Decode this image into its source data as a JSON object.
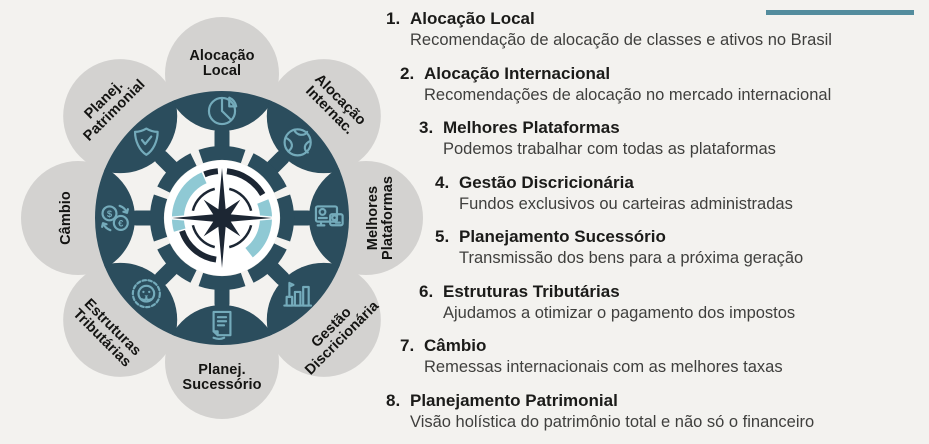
{
  "diagram": {
    "colors": {
      "background": "#f3f2ef",
      "petal_gray": "#d3d2d0",
      "dark_teal": "#2b4d5d",
      "icon_teal": "#74abbb",
      "arc_teal": "#8fc9d4",
      "navy": "#1c2633",
      "accent_bar": "#538c9d",
      "title_text": "#1b1b19",
      "desc_text": "#3f3f3d"
    },
    "center_icon": "compass-star-icon",
    "petals": [
      {
        "id": "alocacao-local",
        "lines": [
          "Alocação",
          "Local"
        ],
        "icon": "pie-chart-icon",
        "angle": 90,
        "label_rotation": 0,
        "label_dist": 156
      },
      {
        "id": "alocacao-internacional",
        "lines": [
          "Alocação",
          "Internac."
        ],
        "icon": "globe-icon",
        "angle": 45,
        "label_rotation": 45,
        "label_dist": 161
      },
      {
        "id": "melhores-plataformas",
        "lines": [
          "Melhores",
          "Plataformas"
        ],
        "icon": "platforms-icon",
        "angle": 0,
        "label_rotation": -90,
        "label_dist": 157
      },
      {
        "id": "gestao-discricionaria",
        "lines": [
          "Gestão",
          "Discricionária"
        ],
        "icon": "bar-chart-icon",
        "angle": -45,
        "label_rotation": -45,
        "label_dist": 161
      },
      {
        "id": "planej-sucessorio",
        "lines": [
          "Planej.",
          "Sucessório"
        ],
        "icon": "document-icon",
        "angle": -90,
        "label_rotation": 0,
        "label_dist": 158
      },
      {
        "id": "estruturas-tributarias",
        "lines": [
          "Estruturas",
          "Tributárias"
        ],
        "icon": "lion-icon",
        "angle": -135,
        "label_rotation": 45,
        "label_dist": 161
      },
      {
        "id": "cambio",
        "lines": [
          "Câmbio"
        ],
        "icon": "currency-exchange-icon",
        "angle": 180,
        "label_rotation": -90,
        "label_dist": 157,
        "icon_symbols": [
          "$",
          "€"
        ]
      },
      {
        "id": "planej-patrimonial",
        "lines": [
          "Planej.",
          "Patrimonial"
        ],
        "icon": "shield-check-icon",
        "angle": 135,
        "label_rotation": -45,
        "label_dist": 161
      }
    ]
  },
  "list": {
    "items": [
      {
        "num": "1.",
        "title": "Alocação Local",
        "desc": "Recomendação de alocação de classes e ativos no Brasil",
        "indent": 0
      },
      {
        "num": "2.",
        "title": "Alocação Internacional",
        "desc": "Recomendações de alocação no mercado internacional",
        "indent": 1
      },
      {
        "num": "3.",
        "title": "Melhores Plataformas",
        "desc": "Podemos trabalhar com todas as plataformas",
        "indent": 2
      },
      {
        "num": "4.",
        "title": "Gestão Discricionária",
        "desc": "Fundos exclusivos ou carteiras administradas",
        "indent": 3
      },
      {
        "num": "5.",
        "title": "Planejamento Sucessório",
        "desc": "Transmissão dos bens para a próxima geração",
        "indent": 3
      },
      {
        "num": "6.",
        "title": "Estruturas Tributárias",
        "desc": "Ajudamos a otimizar o pagamento dos impostos",
        "indent": 2
      },
      {
        "num": "7.",
        "title": "Câmbio",
        "desc": "Remessas internacionais com as melhores taxas",
        "indent": 1
      },
      {
        "num": "8.",
        "title": "Planejamento Patrimonial",
        "desc": "Visão holística do patrimônio total e não só o financeiro",
        "indent": 0
      }
    ]
  }
}
